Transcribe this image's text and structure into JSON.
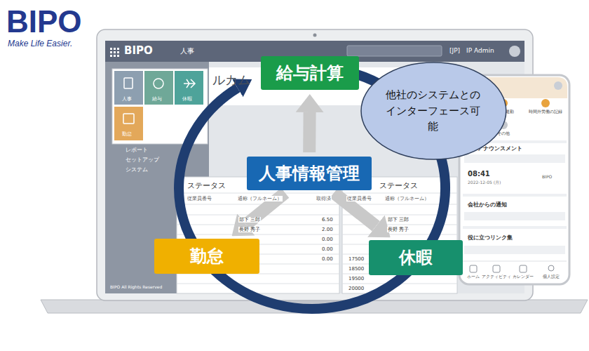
{
  "diagram": {
    "nodes": [
      {
        "text": [
          "給与計算"
        ]
      },
      {
        "text": [
          "他社のシステムとの インターフェース可能"
        ]
      },
      {
        "text": [
          "人事情報管理"
        ]
      },
      {
        "text": [
          "勤怠"
        ]
      },
      {
        "text": [
          "休暇"
        ]
      }
    ],
    "edges": [
      {
        "from": 2,
        "to": 0,
        "arrow": "to"
      },
      {
        "from": 2,
        "to": 3,
        "arrow": "to"
      },
      {
        "from": 2,
        "to": 4,
        "arrow": "to"
      }
    ],
    "labels": [
      "BIPO",
      "Make Life Easier.",
      "BIPO",
      "人事",
      "[JP]",
      "IP Admin",
      "人事",
      "給与",
      "休暇",
      "勤怠",
      "レポート",
      "セットアップ",
      "システム",
      "ルカム",
      "ステータス",
      "ステータス",
      "従業員番号",
      "通称（フルネーム）",
      "取得済",
      "従業員番号",
      "通称（フルネーム）",
      "部下 三郎",
      "長野 秀子",
      "6.50",
      "2.00",
      "0.00",
      "0.00",
      "0.00",
      "部下 三郎",
      "長野 秀子",
      "17500",
      "18500",
      "19500",
      "20000",
      "BIPO All Rights Reserved",
      "出勤と退勤",
      "時間外労働の記録",
      "その他",
      "アナウンスメント",
      "08:41",
      "2022-12-05 (月)",
      "BIPO",
      "会社からの通知",
      "役に立つリンク集",
      "ホーム",
      "アクティビティ",
      "カレンダー",
      "個人設定"
    ]
  }
}
